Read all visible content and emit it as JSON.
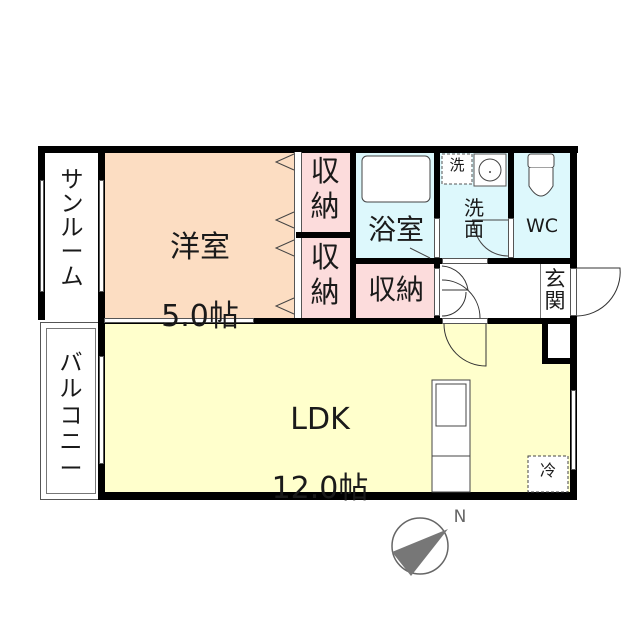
{
  "floorplan": {
    "colors": {
      "wall": "#000000",
      "western_room": "#FCDDC2",
      "storage": "#FCDCDC",
      "wet_area": "#DDF8FC",
      "ldk": "#FFFFCC",
      "hall": "#FFFFFF",
      "compass_fill": "#777777"
    },
    "rooms": {
      "sunroom": {
        "label": "サンルーム",
        "chars": [
          "サ",
          "ン",
          "ル",
          "ー",
          "ム"
        ]
      },
      "western_room": {
        "name": "洋室",
        "size": "5.0帖"
      },
      "closet_upper": {
        "chars": [
          "収",
          "納"
        ]
      },
      "closet_lower": {
        "chars": [
          "収",
          "納"
        ]
      },
      "bathroom": {
        "label": "浴室"
      },
      "washroom": {
        "chars": [
          "洗",
          "面"
        ]
      },
      "washer_space": {
        "label": "洗"
      },
      "wc": {
        "label": "WC"
      },
      "storage": {
        "label": "収納"
      },
      "entrance": {
        "chars": [
          "玄",
          "関"
        ]
      },
      "balcony": {
        "label": "バルコニー",
        "chars": [
          "バ",
          "ル",
          "コ",
          "ニ",
          "ー"
        ]
      },
      "ldk": {
        "name": "LDK",
        "size": "12.0帖"
      },
      "fridge_space": {
        "label": "冷"
      }
    },
    "compass": {
      "label": "N"
    }
  }
}
